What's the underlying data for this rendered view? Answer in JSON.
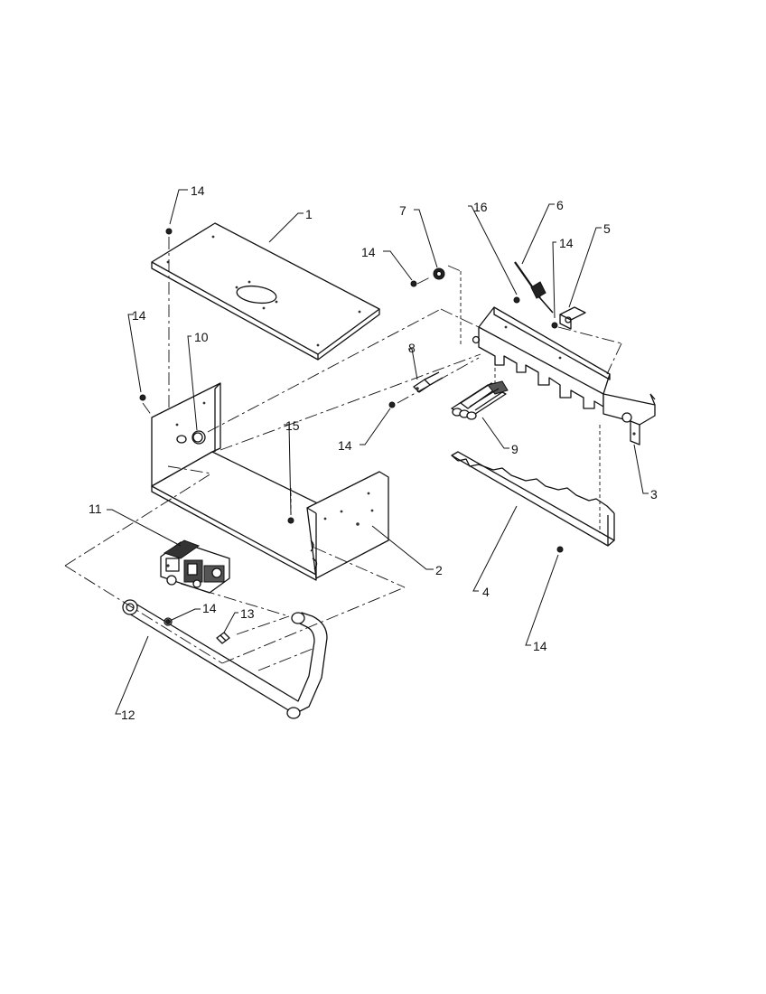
{
  "callouts": {
    "c1": "1",
    "c2": "2",
    "c3": "3",
    "c4": "4",
    "c5": "5",
    "c6": "6",
    "c7": "7",
    "c8": "8",
    "c9": "9",
    "c10": "10",
    "c11": "11",
    "c12": "12",
    "c13": "13",
    "c14a": "14",
    "c14b": "14",
    "c14c": "14",
    "c14d": "14",
    "c14e": "14",
    "c14f": "14",
    "c14g": "14",
    "c15": "15",
    "c16": "16"
  }
}
